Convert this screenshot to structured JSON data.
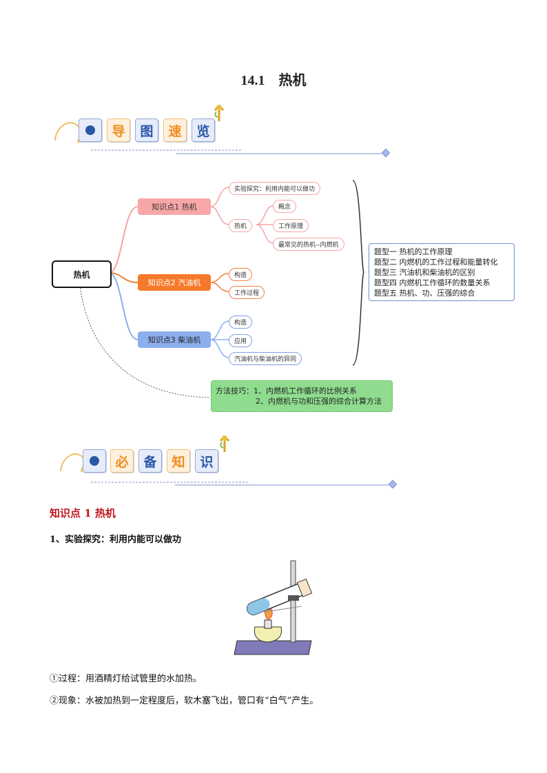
{
  "title": "14.1　热机",
  "banner1": {
    "tiles": [
      "导",
      "图",
      "速",
      "览"
    ]
  },
  "banner2": {
    "tiles": [
      "必",
      "备",
      "知",
      "识"
    ]
  },
  "mindmap": {
    "root": "热机",
    "kp1": {
      "label": "知识点1 热机",
      "items": [
        "实验探究：利用内能可以做功",
        "热机"
      ],
      "sub": [
        "概念",
        "工作原理",
        "最常见的热机--内燃机"
      ]
    },
    "kp2": {
      "label": "知识点2  汽油机",
      "items": [
        "构造",
        "工作过程"
      ]
    },
    "kp3": {
      "label": "知识点3  柴油机",
      "items": [
        "构造",
        "应用",
        "汽油机与柴油机的异同"
      ]
    },
    "types": [
      "题型一  热机的工作原理",
      "题型二  内燃机的工作过程和能量转化",
      "题型三  汽油机和柴油机的区别",
      "题型四  内燃机工作循环的数量关系",
      "题型五  热机、功、压强的综合"
    ],
    "method": {
      "line1": "方法技巧：1、内燃机工作循环的比例关系",
      "line2": "2、内燃机与功和压强的综合计算方法"
    }
  },
  "section": {
    "heading": "知识点 1  热机",
    "subheading": "1、实验探究：利用内能可以做功",
    "p1": "①过程：用酒精灯给试管里的水加热。",
    "p2": "②现象：水被加热到一定程度后，软木塞飞出，管口有“白气”产生。"
  }
}
